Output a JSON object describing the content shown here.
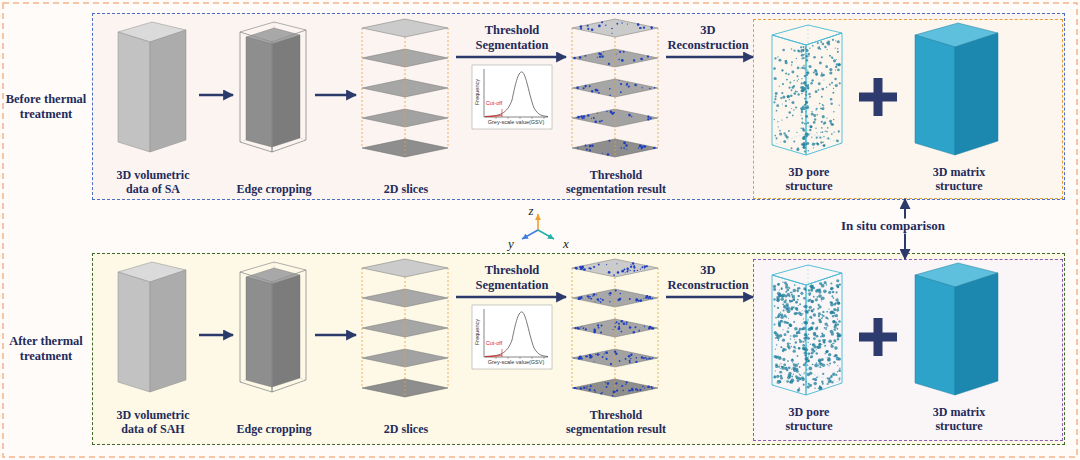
{
  "diagram": {
    "nodes": [
      {
        "text": [
          "Before thermal treatment"
        ]
      },
      {
        "text": [
          "3D volumetric data of SA"
        ],
        "in": 0
      },
      {
        "text": [
          "Edge cropping"
        ],
        "in": 0
      },
      {
        "text": [
          "2D slices"
        ],
        "in": 0
      },
      {
        "text": [
          "Threshold segmentation result"
        ],
        "in": 0
      },
      {
        "text": [],
        "in": 0
      },
      {
        "text": [
          "3D pore structure"
        ],
        "in": 5
      },
      {
        "text": [
          "3D matrix structure"
        ],
        "in": 5
      },
      {
        "text": [
          "After thermal treatment"
        ]
      },
      {
        "text": [
          "3D volumetric data of SAH"
        ],
        "in": 8
      },
      {
        "text": [
          "Edge cropping"
        ],
        "in": 8
      },
      {
        "text": [
          "2D slices"
        ],
        "in": 8
      },
      {
        "text": [
          "Threshold segmentation result"
        ],
        "in": 8
      },
      {
        "text": [],
        "in": 8
      },
      {
        "text": [
          "3D pore structure"
        ],
        "in": 13
      },
      {
        "text": [
          "3D matrix structure"
        ],
        "in": 13
      }
    ],
    "edges": [
      {
        "from": 1,
        "to": 2,
        "arrow": "to"
      },
      {
        "from": 2,
        "to": 3,
        "arrow": "to"
      },
      {
        "from": 3,
        "to": 4,
        "label": "Threshold Segmentation",
        "arrow": "to"
      },
      {
        "from": 4,
        "to": 5,
        "label": "3D Reconstruction",
        "arrow": "to"
      },
      {
        "from": 9,
        "to": 10,
        "arrow": "to"
      },
      {
        "from": 10,
        "to": 11,
        "arrow": "to"
      },
      {
        "from": 11,
        "to": 12,
        "label": "Threshold Segmentation",
        "arrow": "to"
      },
      {
        "from": 12,
        "to": 13,
        "label": "3D Reconstruction",
        "arrow": "to"
      },
      {
        "from": 5,
        "to": 13,
        "label": "In situ comparison",
        "arrow": "both"
      }
    ],
    "labels": [
      "z",
      "y",
      "x",
      "Frequency",
      "Cut-off",
      "Grey-scale value(GSV)",
      "Frequency",
      "Cut-off",
      "Grey-scale value(GSV)"
    ]
  }
}
